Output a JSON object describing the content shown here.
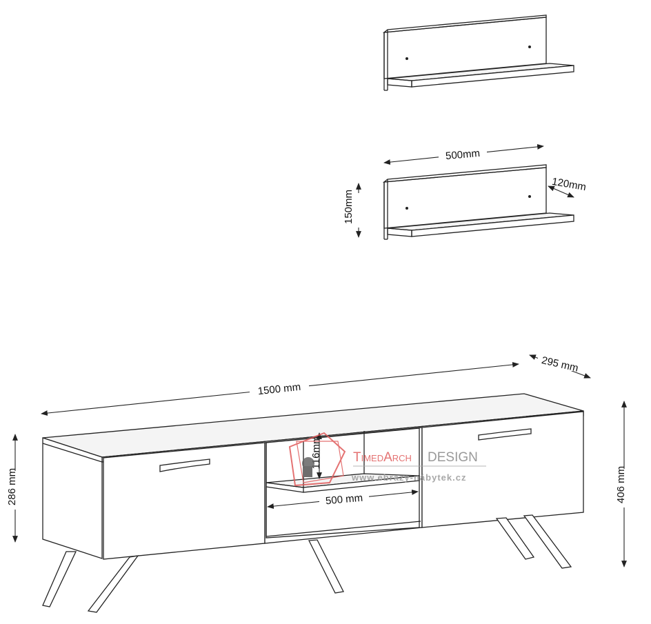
{
  "dimensions": {
    "shelf_width": "500mm",
    "shelf_depth": "120mm",
    "shelf_height": "150mm",
    "unit_width": "1500 mm",
    "unit_depth": "295 mm",
    "unit_body_height": "286 mm",
    "unit_total_height": "406 mm",
    "compartment_height": "116mm",
    "compartment_width": "500 mm"
  },
  "watermark": {
    "brand_part1": "TimedArch",
    "brand_part2": "DESIGN",
    "url": "www.ebrazy-nábytek.cz",
    "color_accent": "#e05a5a",
    "color_text": "#888888"
  }
}
